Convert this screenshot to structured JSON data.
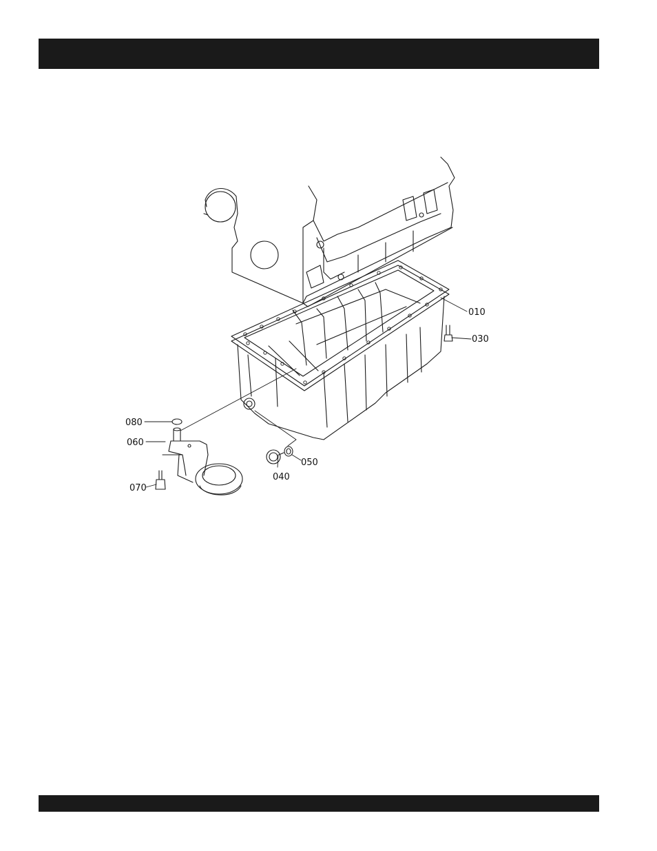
{
  "header": {
    "text": ""
  },
  "footer": {
    "text": ""
  },
  "figure": {
    "callouts": {
      "c010": "010",
      "c030": "030",
      "c040": "040",
      "c050": "050",
      "c060": "060",
      "c070": "070",
      "c080": "080"
    },
    "colors": {
      "bar": "#1a1a1a",
      "line": "#1a1a1a",
      "paper": "#ffffff"
    }
  }
}
